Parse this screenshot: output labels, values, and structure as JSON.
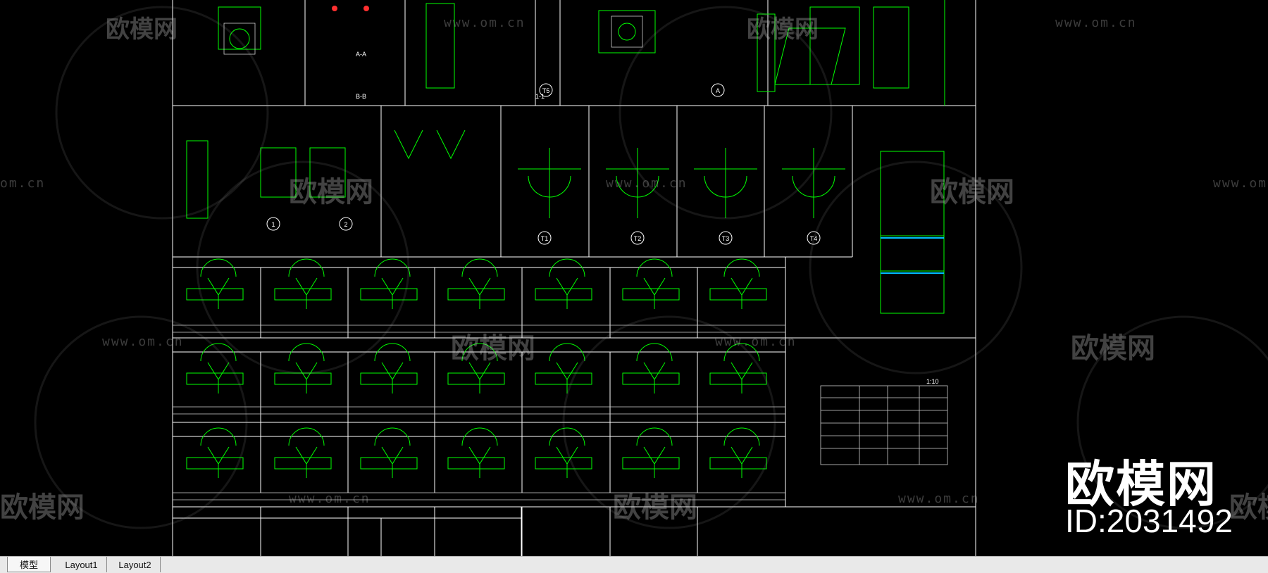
{
  "tabs": [
    {
      "label": "模型",
      "active": true
    },
    {
      "label": "Layout1",
      "active": false
    },
    {
      "label": "Layout2",
      "active": false
    }
  ],
  "watermark": {
    "brand": "欧模网",
    "url": "www.om.cn",
    "url_fragment": "om.cn"
  },
  "brand_badge": {
    "name": "欧模网",
    "id": "ID:2031492"
  },
  "drawing": {
    "detail_marks": [
      "1",
      "2",
      "T1",
      "T2",
      "T3",
      "T4",
      "T5",
      "A"
    ],
    "section_marks": [
      "1-1",
      "A-A",
      "B-B"
    ],
    "scale": "1:10"
  },
  "colors": {
    "background": "#000000",
    "frame": "#ffffff",
    "geometry": "#00ff00",
    "section_blue": "#00bfff",
    "marker_red": "#ff3030",
    "tabbar": "#e9e9e9"
  }
}
